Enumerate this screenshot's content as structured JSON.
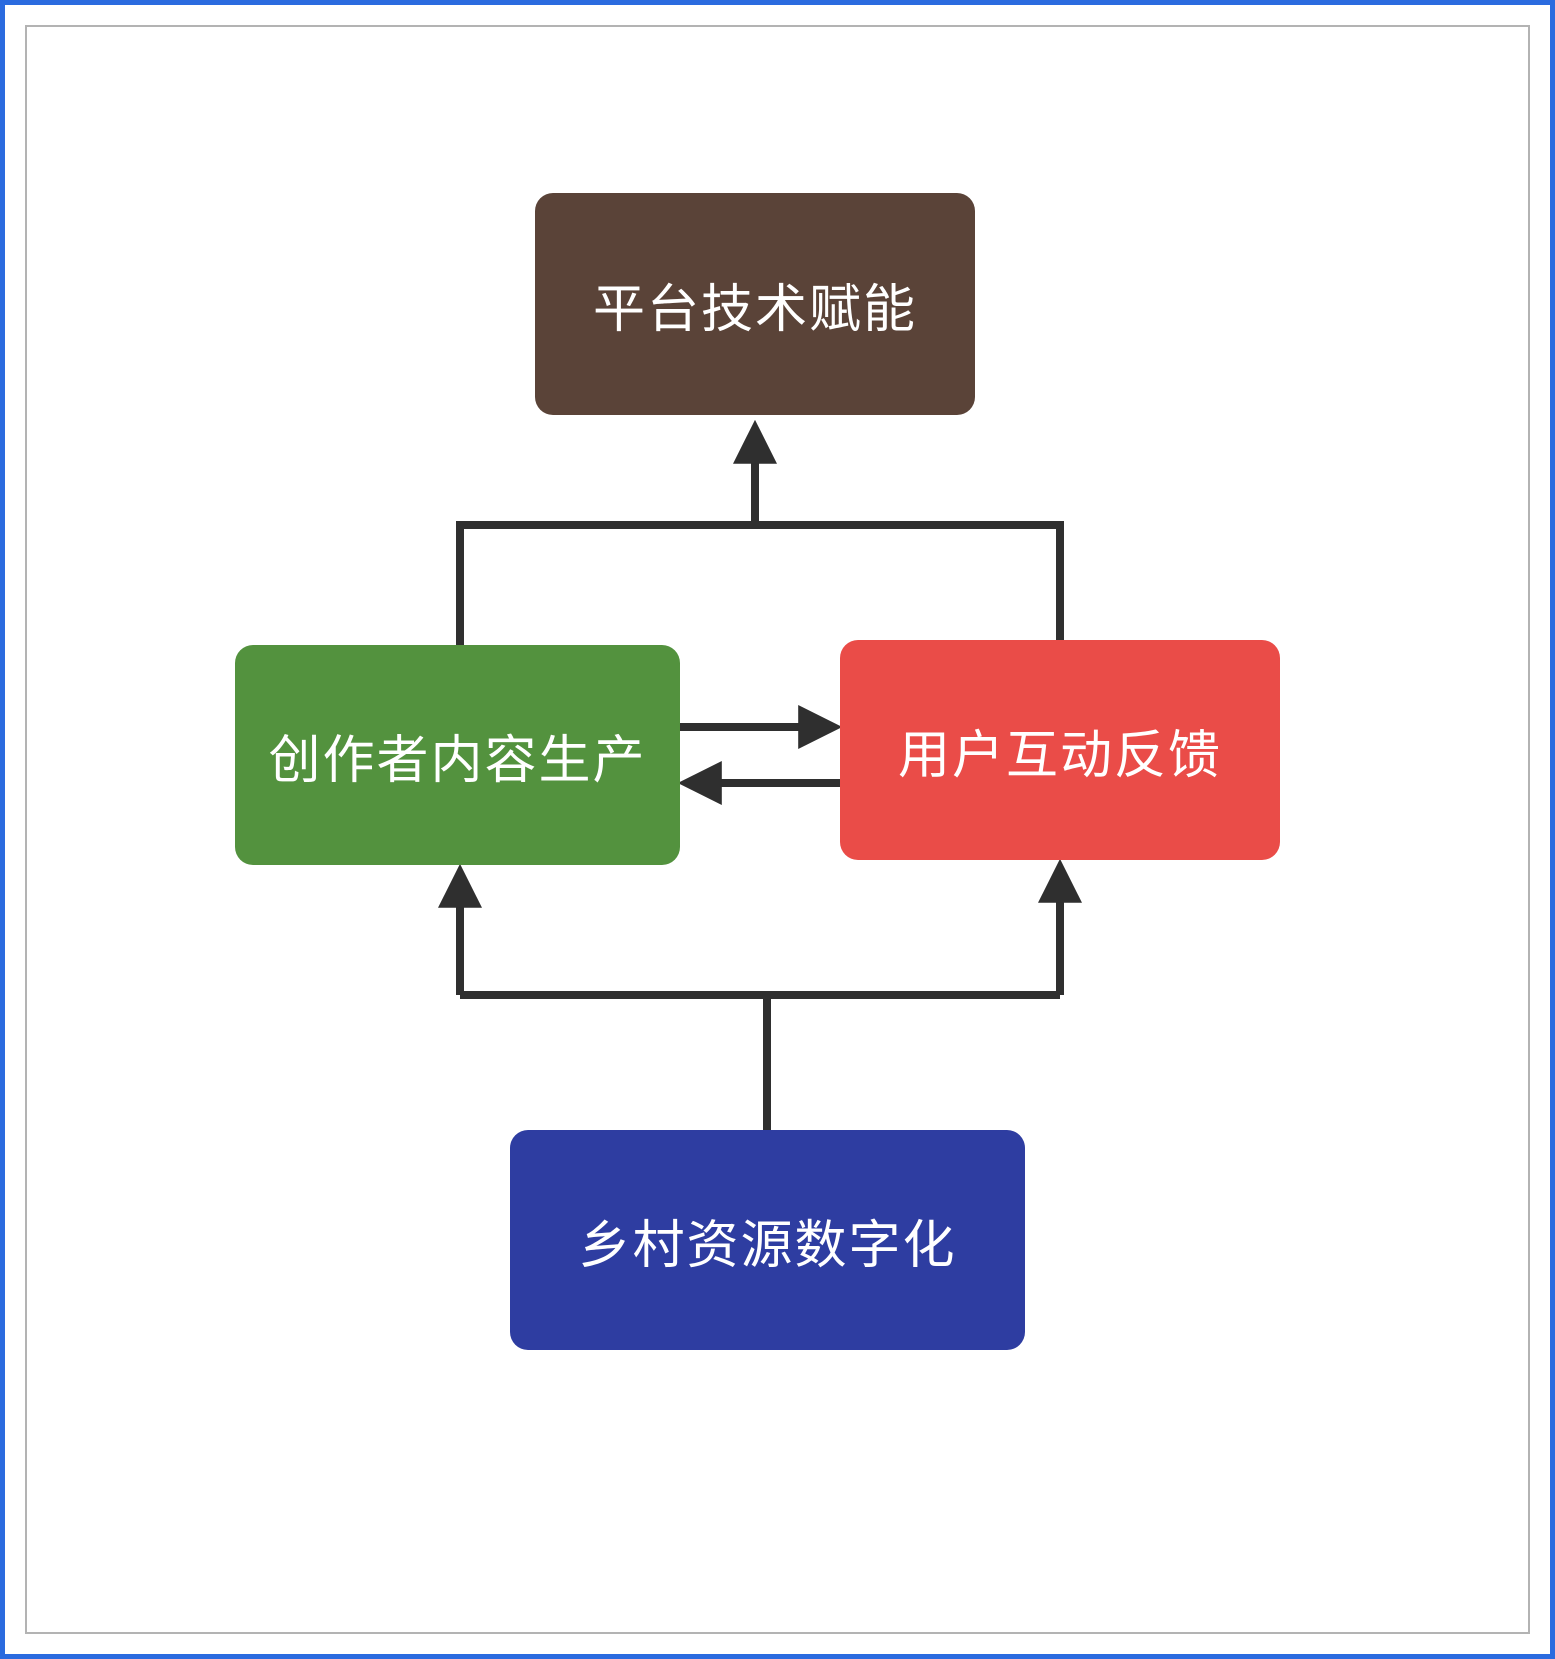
{
  "diagram": {
    "type": "flowchart",
    "text_color": "#ffffff",
    "line_color": "#2f2f2f",
    "outer_border_color": "#2b6bdf",
    "inner_border_color": "#b3b3b3",
    "nodes": {
      "platform": {
        "label": "平台技术赋能",
        "color": "#5a4338"
      },
      "creator": {
        "label": "创作者内容生产",
        "color": "#53923e"
      },
      "user": {
        "label": "用户互动反馈",
        "color": "#ea4c48"
      },
      "rural": {
        "label": "乡村资源数字化",
        "color": "#2e3da1"
      }
    },
    "edges": [
      {
        "from": "creator",
        "to": "platform",
        "style": "elbow-up"
      },
      {
        "from": "user",
        "to": "platform",
        "style": "elbow-up"
      },
      {
        "from": "creator",
        "to": "user",
        "style": "straight-right"
      },
      {
        "from": "user",
        "to": "creator",
        "style": "straight-left"
      },
      {
        "from": "rural",
        "to": "creator",
        "style": "elbow-up"
      },
      {
        "from": "rural",
        "to": "user",
        "style": "elbow-up"
      }
    ]
  }
}
